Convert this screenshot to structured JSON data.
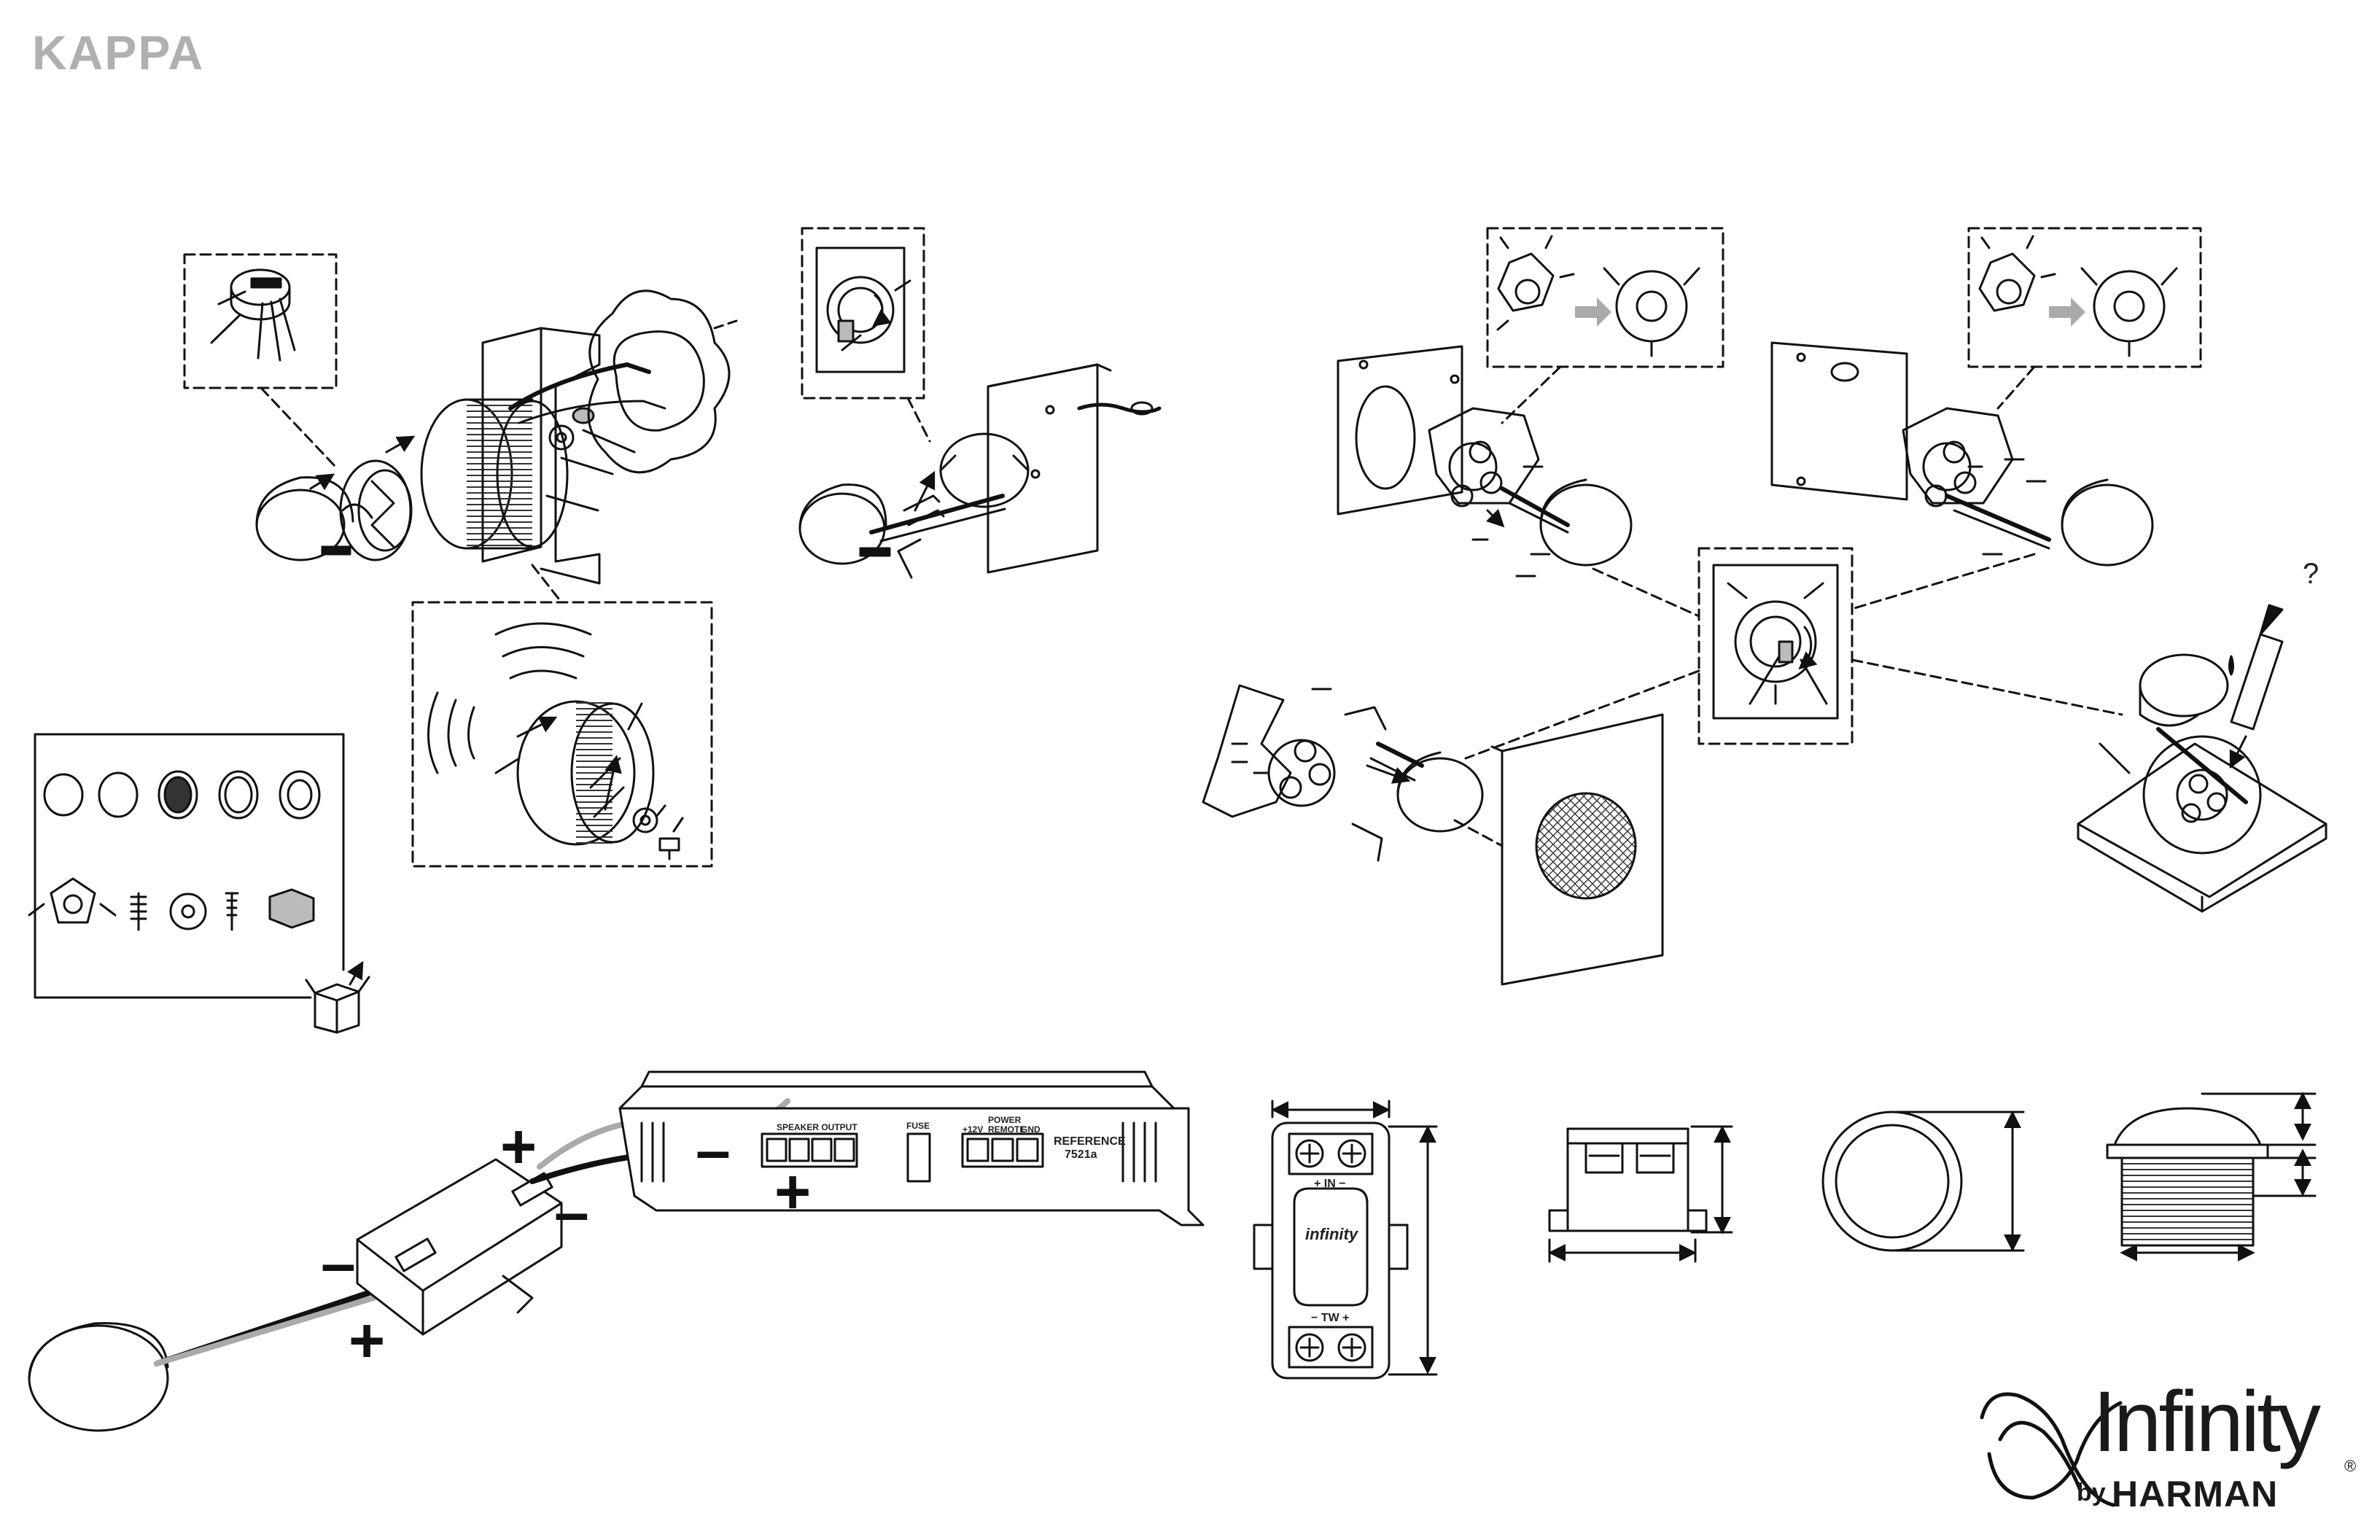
{
  "title": "KAPPA",
  "signs": {
    "plus": "+",
    "minus": "–"
  },
  "amplifier": {
    "speaker_output": "SPEAKER OUTPUT",
    "fuse": "FUSE",
    "power": "POWER",
    "plus12v": "+12V",
    "remote": "REMOTE",
    "gnd": "GND",
    "model_line1": "REFERENCE",
    "model_line2": "7521a"
  },
  "crossover": {
    "in_label": "IN",
    "tw_label": "TW",
    "brand": "infinity",
    "in_polarity": "+ IN −",
    "tw_polarity": "− TW +"
  },
  "dropper_symbol": "?",
  "brand": {
    "name": "Infinity",
    "reg": "®",
    "by": "by",
    "harman": "HARMAN"
  }
}
